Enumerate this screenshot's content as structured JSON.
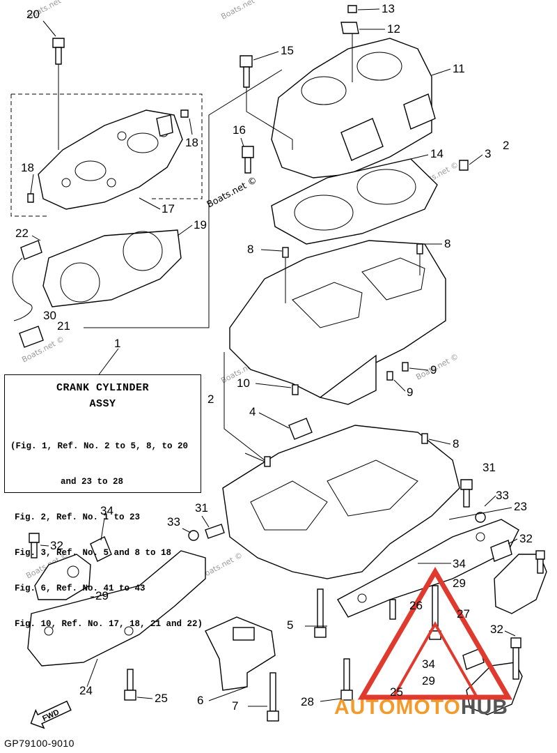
{
  "diagram": {
    "title_box": {
      "title": "CRANK CYLINDER",
      "subtitle": "ASSY",
      "notes": [
        "(Fig. 1, Ref. No. 2 to 5, 8, to 20",
        "and 23 to 28",
        "Fig. 2, Ref. No. 1 to 23",
        "Fig. 3, Ref. No. 5 and 8 to 18",
        "Fig. 6, Ref. No. 41 to 43",
        "Fig. 10, Ref. No. 17, 18, 21 and 22)"
      ]
    },
    "callouts": [
      "20",
      "13",
      "12",
      "15",
      "11",
      "16",
      "14",
      "3",
      "2",
      "18",
      "18",
      "17",
      "22",
      "19",
      "8",
      "8",
      "30",
      "21",
      "1",
      "10",
      "9",
      "9",
      "2",
      "4",
      "8",
      "31",
      "33",
      "23",
      "34",
      "33",
      "31",
      "32",
      "32",
      "29",
      "34",
      "26",
      "27",
      "29",
      "5",
      "32",
      "24",
      "6",
      "25",
      "7",
      "28",
      "34",
      "29",
      "25"
    ],
    "fwd_label": "FWD",
    "diagram_code": "GP79100-9010",
    "watermark_text": "Boats.net ©",
    "brand": {
      "part1": "AUTOMOTO",
      "part2": "HUB"
    }
  },
  "colors": {
    "line": "#000000",
    "brand_orange": "#f39a2b",
    "brand_gray": "#555555",
    "logo_red": "#e03a2e",
    "watermark": "#9a9a9a"
  }
}
